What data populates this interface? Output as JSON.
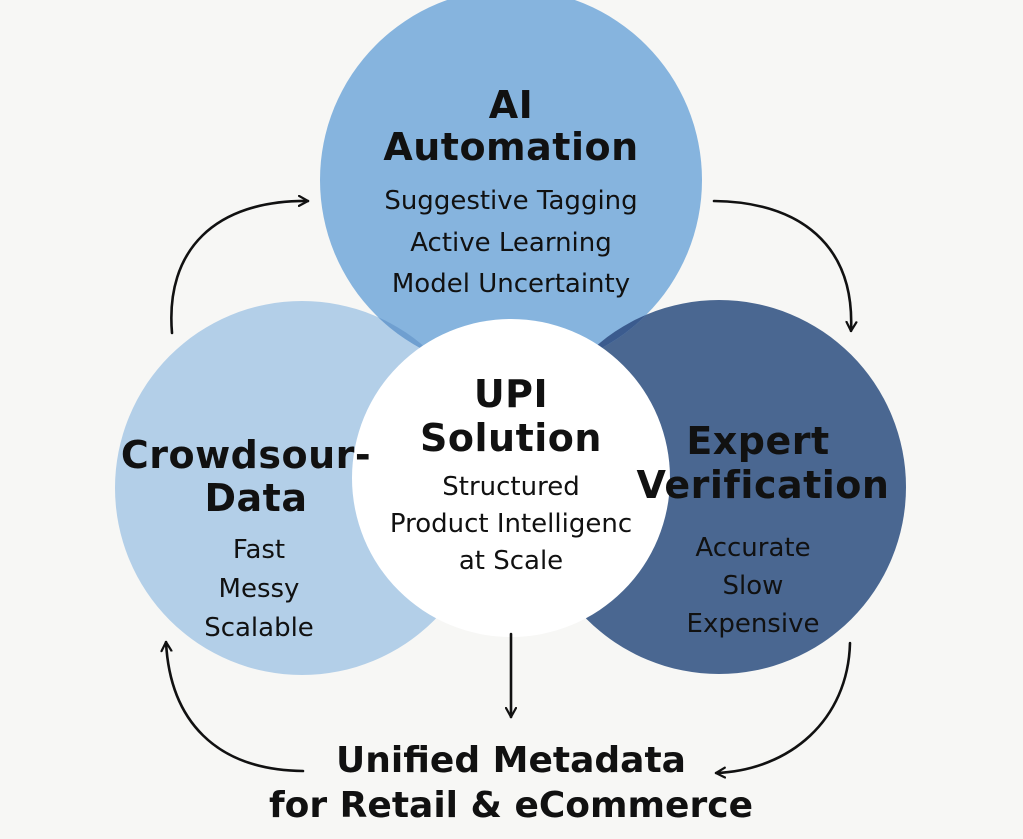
{
  "ai_automation": {
    "title_line1": "AI",
    "title_line2": "Automation",
    "items": [
      "Suggestive Tagging",
      "Active Learning",
      "Model Uncertainty"
    ]
  },
  "crowdsourced": {
    "title_line1": "Crowdsour-",
    "title_line2": "Data",
    "items": [
      "Fast",
      "Messy",
      "Scalable"
    ]
  },
  "expert": {
    "title_line1": "Expert",
    "title_line2": "Verification",
    "items": [
      "Accurate",
      "Slow",
      "Expensive"
    ]
  },
  "center": {
    "title_line1": "UPI",
    "title_line2": "Solution",
    "items": [
      "Structured",
      "Product Intelligenc",
      "at Scale"
    ]
  },
  "footer": {
    "line1": "Unified Metadata",
    "line2": "for Retail & eCommerce"
  },
  "colors": {
    "background": "#f7f7f5",
    "ai_automation": "#86b4de",
    "crowdsourced": "#b3cfe8",
    "expert": "#4a6791",
    "center": "#ffffff",
    "overlap": "#6f9fd0",
    "overlap_dark": "#3b5b8e",
    "arrow": "#111111"
  }
}
